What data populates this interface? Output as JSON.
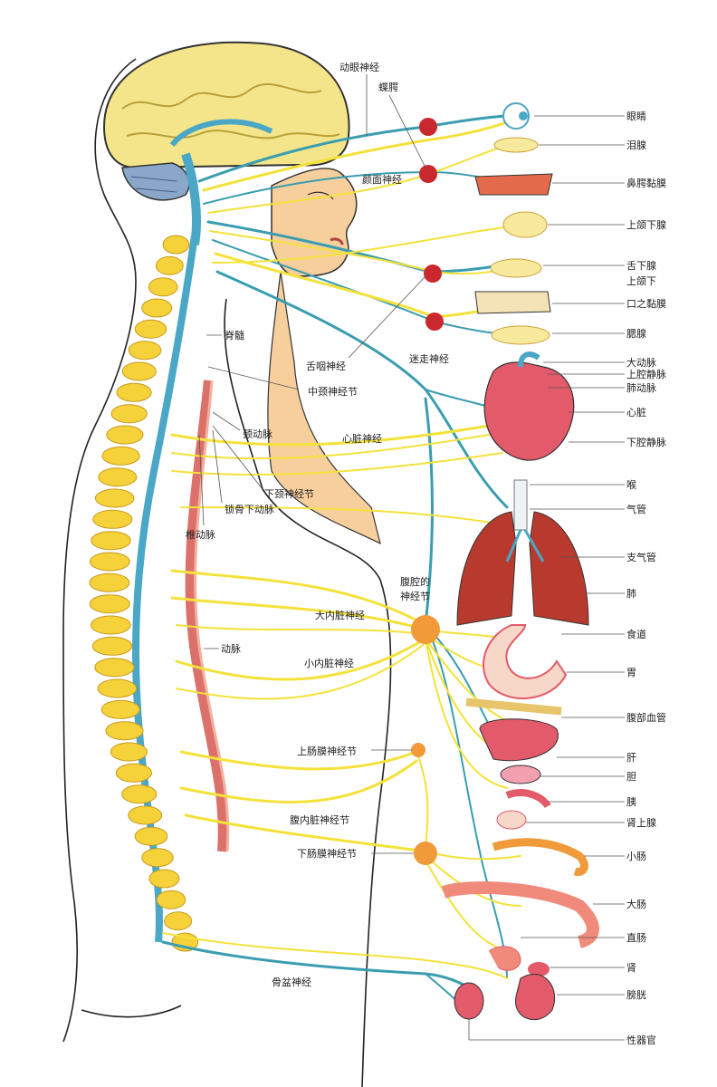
{
  "colors": {
    "sympathetic": "#f4e23a",
    "parasympathetic": "#3a9db0",
    "ganglion": "#e0652a",
    "organ": "#e35a6a",
    "spine": "#f6d23a"
  },
  "organ_labels": [
    "眼睛",
    "泪腺",
    "鼻腭黏膜",
    "上颌下腺",
    "舌下腺",
    "上颌下",
    "口之黏膜",
    "腮腺",
    "大动脉",
    "上腔静脉",
    "肺动脉",
    "心脏",
    "下腔静脉",
    "喉",
    "气管",
    "支气管",
    "肺",
    "食道",
    "胃",
    "腹部血管",
    "肝",
    "胆",
    "胰",
    "肾上腺",
    "小肠",
    "大肠",
    "直肠",
    "肾",
    "膀胱",
    "性器官"
  ],
  "nerve_labels": {
    "oculomotor": "动眼神经",
    "pterygopalatine": "蝶腭",
    "facial": "颜面神经",
    "glossopharyngeal": "舌咽神经",
    "vagus": "迷走神经",
    "spinal_cord": "脊髓",
    "middle_cervical": "中颈神经节",
    "carotid": "颈动脉",
    "cardiac": "心脏神经",
    "inferior_cervical": "下颈神经节",
    "subclavian": "锁骨下动脉",
    "vertebral": "椎动脉",
    "celiac": "腹腔的神经节",
    "greater_splanchnic": "大内脏神经",
    "lesser_splanchnic": "小内脏神经",
    "artery": "动脉",
    "superior_mesenteric": "上肠膜神经节",
    "renal_splanchnic": "腹内脏神经节",
    "inferior_mesenteric": "下肠膜神经节",
    "pelvic": "骨盆神经"
  }
}
